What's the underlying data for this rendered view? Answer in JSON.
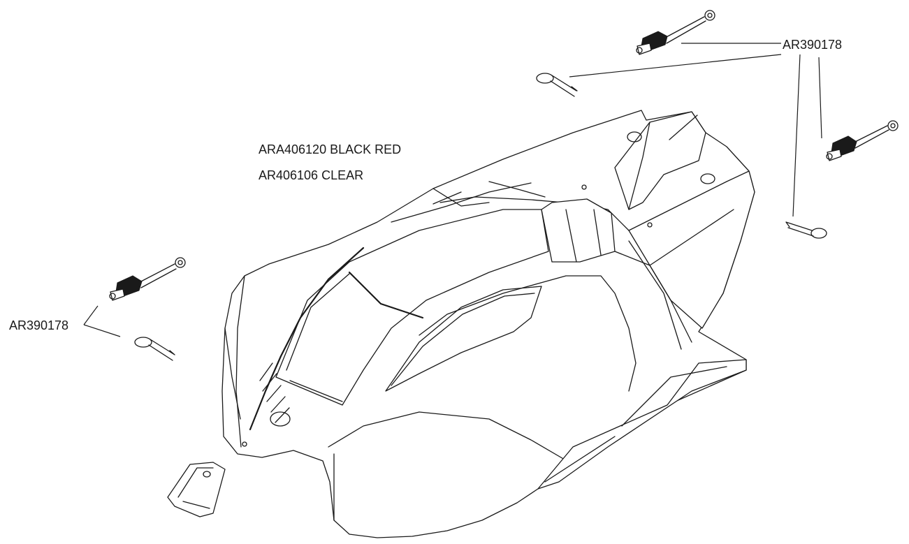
{
  "labels": {
    "body_black_red": "ARA406120 BLACK RED",
    "body_clear": "AR406106 CLEAR",
    "mount_top_right": "AR390178",
    "mount_left": "AR390178"
  },
  "colors": {
    "line": "#1a1a1a",
    "background": "#ffffff"
  }
}
